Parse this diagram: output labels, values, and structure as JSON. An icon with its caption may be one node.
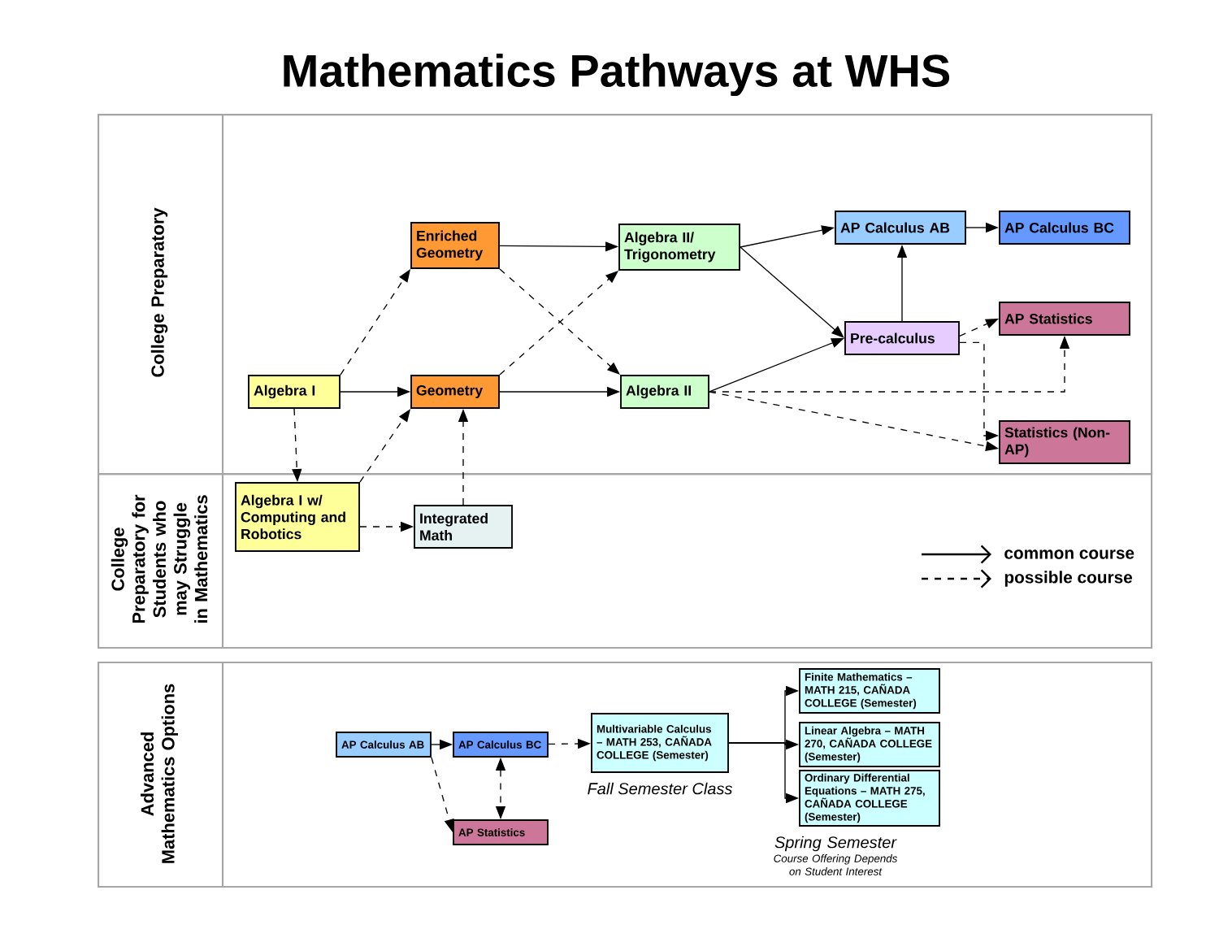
{
  "diagram": {
    "title": "Mathematics Pathways at WHS",
    "nodes": [
      {
        "text": [
          "College Preparatory"
        ]
      },
      {
        "text": [
          "College Preparatory for Students who may Struggle in Mathematics"
        ]
      },
      {
        "text": [
          "Advanced Mathematics Options"
        ]
      },
      {
        "text": [
          "Algebra I"
        ],
        "in": 0
      },
      {
        "text": [
          "Enriched Geometry"
        ],
        "in": 0
      },
      {
        "text": [
          "Geometry"
        ],
        "in": 0
      },
      {
        "text": [
          "Algebra II/ Trigonometry"
        ],
        "in": 0
      },
      {
        "text": [
          "Algebra II"
        ],
        "in": 0
      },
      {
        "text": [
          "AP Calculus AB"
        ],
        "in": 0
      },
      {
        "text": [
          "AP Calculus BC"
        ],
        "in": 0
      },
      {
        "text": [
          "Pre-calculus"
        ],
        "in": 0
      },
      {
        "text": [
          "AP Statistics"
        ],
        "in": 0
      },
      {
        "text": [
          "Statistics (Non-AP)"
        ],
        "in": 0
      },
      {
        "text": [
          "Algebra I w/ Computing and Robotics"
        ],
        "in": 1
      },
      {
        "text": [
          "Integrated Math"
        ],
        "in": 1
      },
      {
        "text": [
          "AP Calculus AB"
        ],
        "in": 2
      },
      {
        "text": [
          "AP Calculus BC"
        ],
        "in": 2
      },
      {
        "text": [
          "AP Statistics"
        ],
        "in": 2
      },
      {
        "text": [
          "Multivariable Calculus – MATH 253, CAÑADA COLLEGE (Semester)"
        ],
        "in": 2,
        "beside": [
          "Fall Semester Class"
        ]
      },
      {
        "text": [
          "Finite Mathematics – MATH 215, CAÑADA COLLEGE (Semester)"
        ],
        "in": 2
      },
      {
        "text": [
          "Linear Algebra – MATH 270, CAÑADA COLLEGE (Semester)"
        ],
        "in": 2
      },
      {
        "text": [
          "Ordinary Differential Equations – MATH 275, CAÑADA COLLEGE (Semester)"
        ],
        "in": 2
      }
    ],
    "edges": [
      {
        "from": 3,
        "to": 5,
        "arrow": "to"
      },
      {
        "from": 3,
        "to": 4,
        "arrow": "to",
        "style": "dashed"
      },
      {
        "from": 3,
        "to": 13,
        "arrow": "to",
        "style": "dashed"
      },
      {
        "from": 4,
        "to": 6,
        "arrow": "to"
      },
      {
        "from": 4,
        "to": 7,
        "arrow": "to",
        "style": "dashed"
      },
      {
        "from": 5,
        "to": 7,
        "arrow": "to"
      },
      {
        "from": 5,
        "to": 6,
        "arrow": "to",
        "style": "dashed"
      },
      {
        "from": 6,
        "to": 8,
        "arrow": "to"
      },
      {
        "from": 6,
        "to": 10,
        "arrow": "to"
      },
      {
        "from": 7,
        "to": 10,
        "arrow": "to"
      },
      {
        "from": 7,
        "to": 11,
        "arrow": "to",
        "style": "dashed"
      },
      {
        "from": 7,
        "to": 12,
        "arrow": "to",
        "style": "dashed"
      },
      {
        "from": 8,
        "to": 9,
        "arrow": "to"
      },
      {
        "from": 10,
        "to": 8,
        "arrow": "to"
      },
      {
        "from": 10,
        "to": 11,
        "arrow": "to",
        "style": "dashed"
      },
      {
        "from": 10,
        "to": 12,
        "arrow": "to",
        "style": "dashed"
      },
      {
        "from": 13,
        "to": 5,
        "arrow": "to",
        "style": "dashed"
      },
      {
        "from": 13,
        "to": 14,
        "arrow": "to",
        "style": "dashed"
      },
      {
        "from": 14,
        "to": 5,
        "arrow": "to",
        "style": "dashed"
      },
      {
        "from": 15,
        "to": 16,
        "arrow": "to"
      },
      {
        "from": 15,
        "to": 17,
        "arrow": "to",
        "style": "dashed"
      },
      {
        "from": 16,
        "to": 17,
        "arrow": "both",
        "style": "dashed"
      },
      {
        "from": 16,
        "to": 18,
        "arrow": "to",
        "style": "dashed"
      },
      {
        "from": 18,
        "to": 19,
        "arrow": "to"
      },
      {
        "from": 18,
        "to": 20,
        "arrow": "to"
      },
      {
        "from": 18,
        "to": 21,
        "arrow": "to"
      }
    ],
    "labels": [
      "Spring Semester",
      "Course Offering Depends on Student Interest"
    ],
    "legend": [
      {
        "text": "common course"
      },
      {
        "text": "possible course"
      }
    ]
  }
}
